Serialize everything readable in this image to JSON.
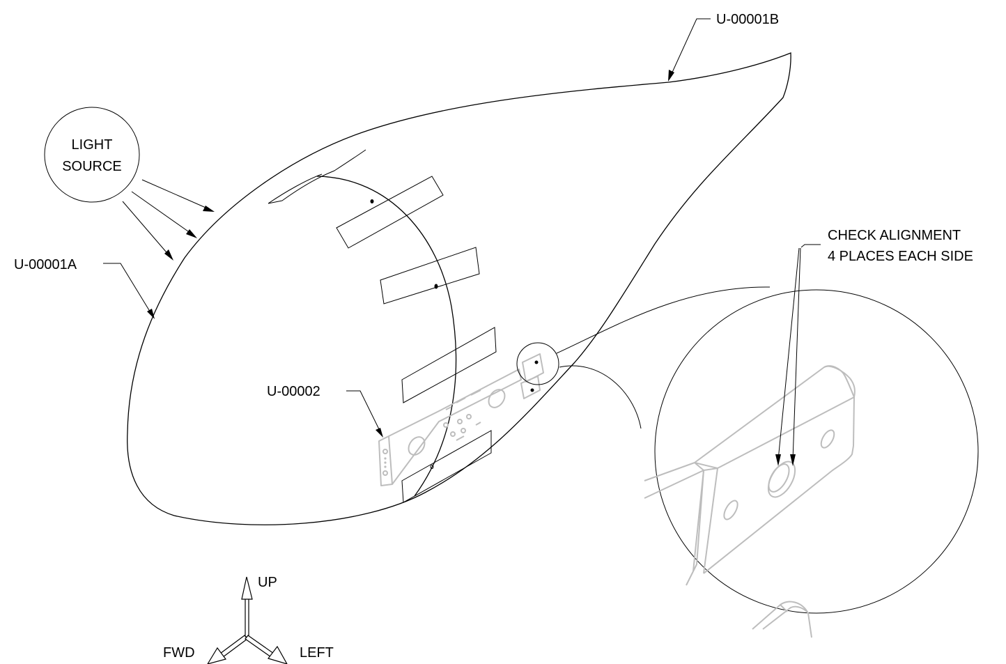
{
  "labels": {
    "part_top": "U-00001B",
    "part_left": "U-00001A",
    "part_bracket": "U-00002",
    "light_source_line1": "LIGHT",
    "light_source_line2": "SOURCE",
    "check_line1": "CHECK ALIGNMENT",
    "check_line2": "4 PLACES EACH SIDE"
  },
  "axes": {
    "up": "UP",
    "fwd": "FWD",
    "left": "LEFT"
  }
}
